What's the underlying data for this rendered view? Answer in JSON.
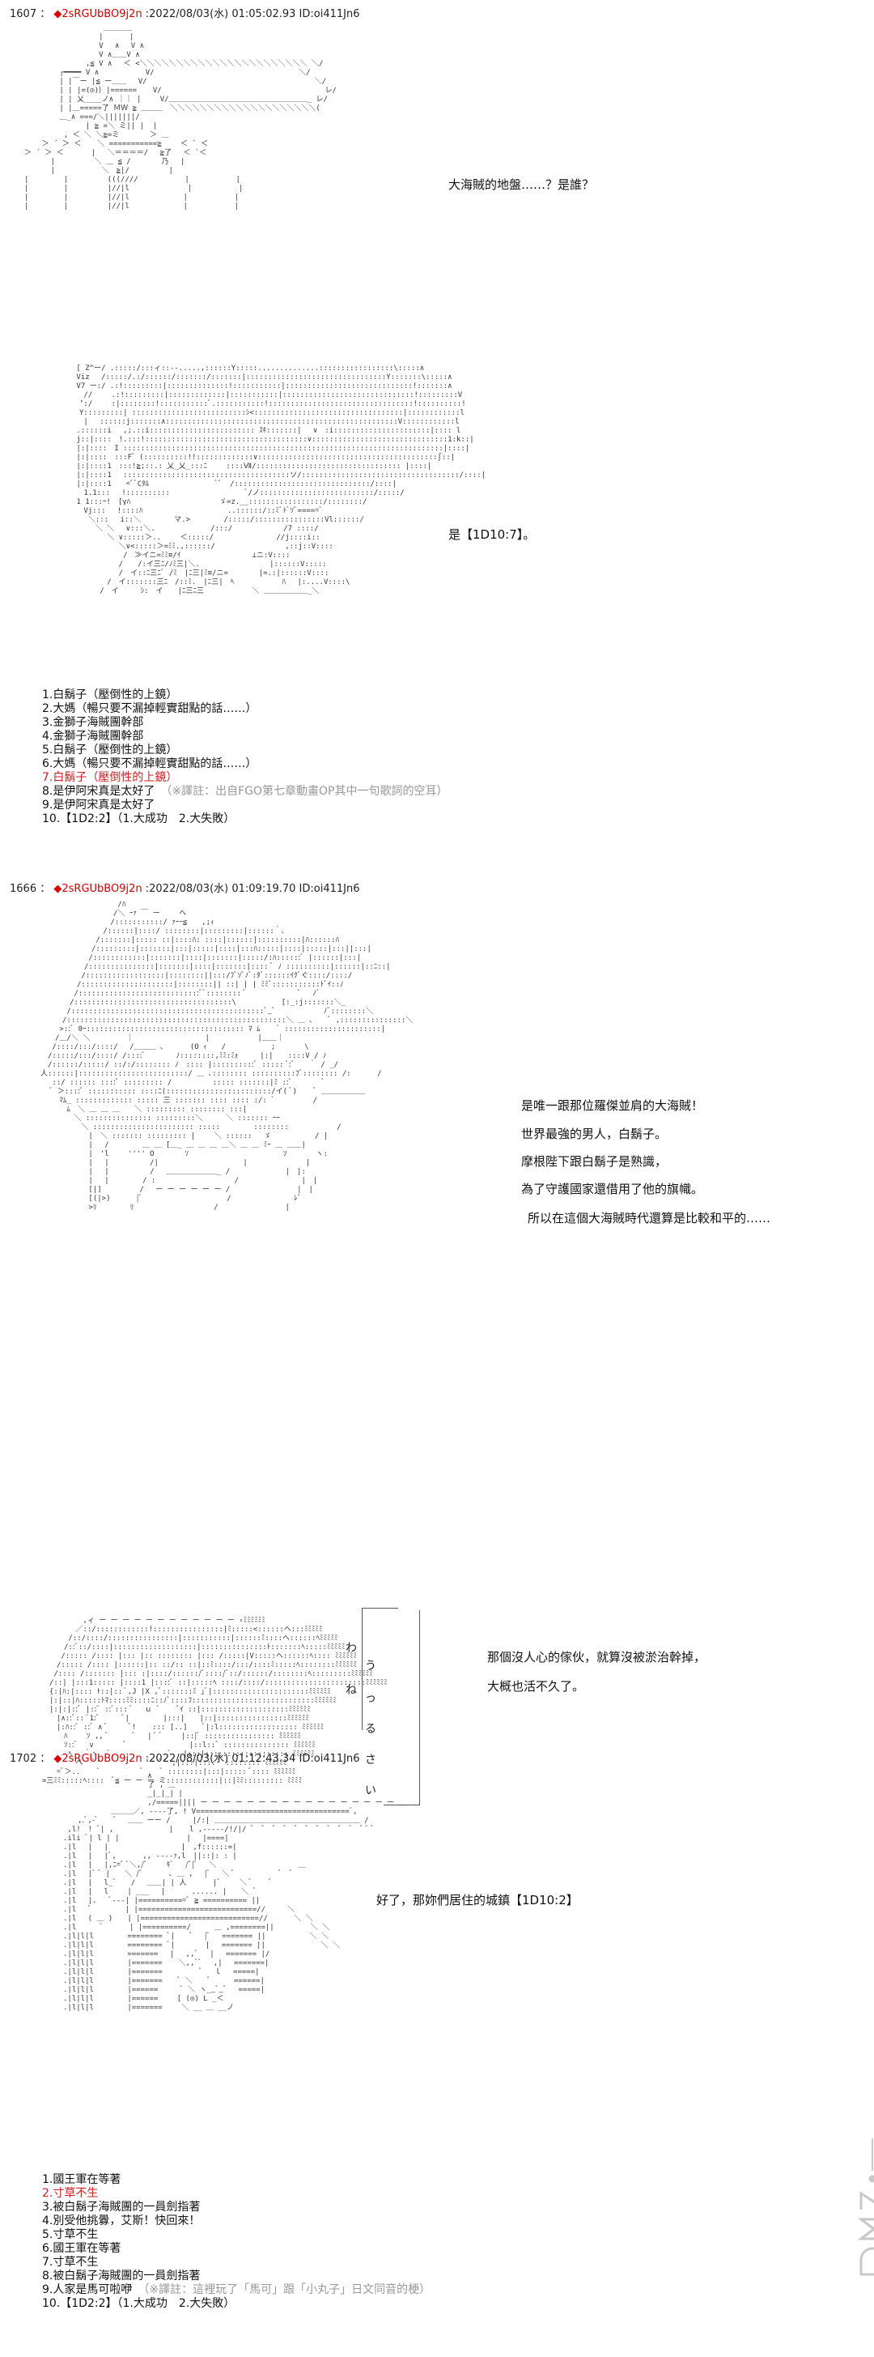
{
  "posts": [
    {
      "number": "1607",
      "colon": "：",
      "trip": "2sRGUbBO9j2n",
      "meta": ":2022/08/03(水) 01:05:02.93 ID:oi411Jn6",
      "lines": [
        "大海賊的地盤……？是誰？",
        "是【1D10:7】。"
      ],
      "choices": [
        {
          "text": "1.白鬍子（壓倒性的上鏡）",
          "red": false
        },
        {
          "text": "2.大媽（暢只要不漏掉輕實甜點的話……）",
          "red": false
        },
        {
          "text": "3.金獅子海賊團幹部",
          "red": false
        },
        {
          "text": "4.金獅子海賊團幹部",
          "red": false
        },
        {
          "text": "5.白鬍子（壓倒性的上鏡）",
          "red": false
        },
        {
          "text": "6.大媽（暢只要不漏掉輕實甜點的話……）",
          "red": false
        },
        {
          "text": "7.白鬍子（壓倒性的上鏡）",
          "red": true
        },
        {
          "text": "8.是伊阿宋真是太好了",
          "red": false,
          "note": "（※譯註：出自FGO第七章動畫OP其中一句歌詞的空耳）"
        },
        {
          "text": "9.是伊阿宋真是太好了",
          "red": false
        },
        {
          "text": "10.【1D2:2】（1.大成功　2.大失敗）",
          "red": false
        }
      ]
    },
    {
      "number": "1666",
      "colon": "：",
      "trip": "2sRGUbBO9j2n",
      "meta": ":2022/08/03(水) 01:09:19.70 ID:oi411Jn6",
      "lines": [
        "是唯一跟那位羅傑並肩的大海賊！",
        "世界最強的男人，白鬍子。",
        "摩根陛下跟白鬍子是熟識，",
        "為了守護國家還借用了他的旗幟。",
        "所以在這個大海賊時代還算是比較和平的……",
        "那個沒人心的傢伙，就算沒被淤治幹掉，",
        "大概也活不久了。"
      ],
      "vertical": [
        "わ",
        "う",
        "ね",
        "っ",
        "る",
        "さ",
        "い"
      ]
    },
    {
      "number": "1702",
      "colon": "：",
      "trip": "2sRGUbBO9j2n",
      "meta": ":2022/08/03(水) 01:12:43.34 ID:oi411Jn6",
      "lines": [
        "好了，那妳們居住的城鎮【1D10:2】"
      ],
      "choices": [
        {
          "text": "1.國王軍在等著",
          "red": false
        },
        {
          "text": "2.寸草不生",
          "red": true
        },
        {
          "text": "3.被白鬍子海賊團的一員劍指著",
          "red": false
        },
        {
          "text": "4.別受他挑釁，艾斯！快回來！",
          "red": false
        },
        {
          "text": "5.寸草不生",
          "red": false
        },
        {
          "text": "6.國王軍在等著",
          "red": false
        },
        {
          "text": "7.寸草不生",
          "red": false
        },
        {
          "text": "8.被白鬍子海賊團的一員劍指著",
          "red": false
        },
        {
          "text": "9.人家是馬可啦咿",
          "red": false,
          "note": "（※譯註：這裡玩了「馬可」跟「小丸子」日文同音的梗）"
        },
        {
          "text": "10.【1D2:2】（1.大成功　2.大失敗）",
          "red": false
        }
      ]
    }
  ]
}
